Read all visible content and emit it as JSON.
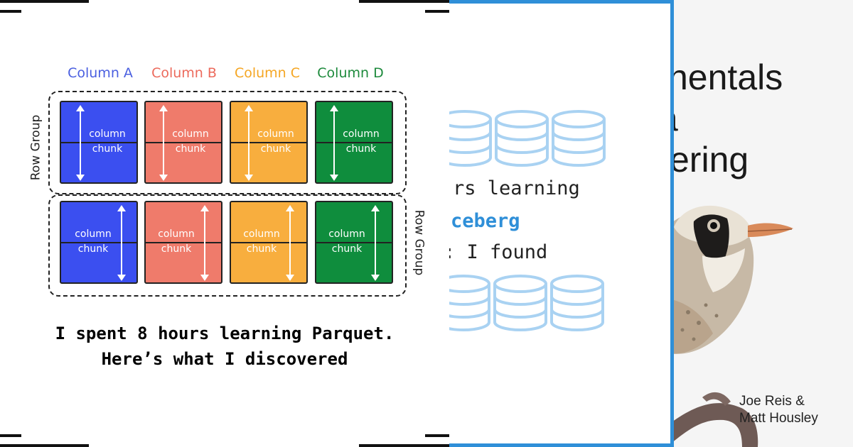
{
  "parquet_card": {
    "column_headers": [
      {
        "label": "Column A",
        "color": "#4a5fe0"
      },
      {
        "label": "Column B",
        "color": "#ec6a5c"
      },
      {
        "label": "Column C",
        "color": "#f5a623"
      },
      {
        "label": "Column D",
        "color": "#1d8a3c"
      }
    ],
    "block_colors": [
      "#3b4ff0",
      "#ef7b6b",
      "#f8ae3e",
      "#0f8d3d"
    ],
    "row_group_label": "Row Group",
    "chunk_label_line1": "column",
    "chunk_label_line2": "chunk",
    "headline_line1": "I spent 8 hours learning Parquet.",
    "headline_line2": "Here’s what I discovered"
  },
  "iceberg_card": {
    "accent_color": "#2f8fd8",
    "icon_color": "#a9d2f2",
    "icon": "database-icon",
    "line1": "rs learning",
    "line2": "ceberg",
    "line3": ": I found"
  },
  "book_card": {
    "title_line1": "nentals",
    "title_line2": "a",
    "title_line3": "ering",
    "author_line1": "Joe Reis &",
    "author_line2": "Matt Housley",
    "illustration": "bird-illustration"
  }
}
